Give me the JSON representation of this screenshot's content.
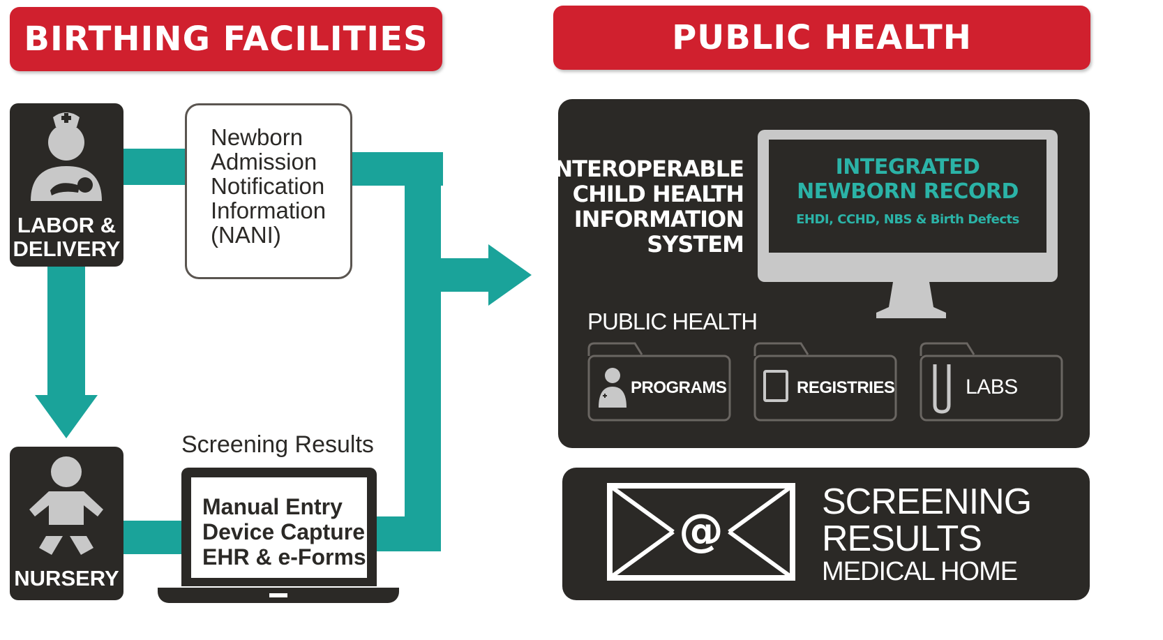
{
  "left_banner": "BIRTHING FACILITIES",
  "right_banner": "PUBLIC HEALTH",
  "labor_delivery": {
    "line1": "LABOR &",
    "line2": "DELIVERY"
  },
  "nursery": "NURSERY",
  "nani_lines": [
    "Newborn",
    "Admission",
    "Notification",
    "Information",
    "(NANI)"
  ],
  "screening_results_label": "Screening Results",
  "laptop_lines": [
    "Manual Entry",
    "Device Capture",
    "EHR & e-Forms"
  ],
  "interop_lines": [
    "INTEROPERABLE",
    "CHILD HEALTH",
    "INFORMATION",
    "SYSTEM"
  ],
  "monitor": {
    "title1": "INTEGRATED",
    "title2": "NEWBORN RECORD",
    "subtitle": "EHDI, CCHD, NBS & Birth Defects"
  },
  "public_health_label": "PUBLIC HEALTH",
  "folders": [
    "PROGRAMS",
    "REGISTRIES",
    "LABS"
  ],
  "email": {
    "line1": "SCREENING",
    "line2": "RESULTS",
    "line3": "MEDICAL HOME"
  },
  "colors": {
    "banner_red": "#d0202e",
    "teal": "#1aa39a",
    "dark": "#2b2926",
    "gray": "#c8c8c8",
    "monitor_text": "#2bb3a7"
  },
  "icons": [
    "nurse-icon",
    "baby-icon",
    "arrow-down-icon",
    "arrow-right-icon",
    "monitor-icon",
    "folder-icon",
    "person-icon",
    "tablet-icon",
    "test-tube-icon",
    "envelope-icon",
    "at-sign-icon",
    "laptop-icon"
  ]
}
